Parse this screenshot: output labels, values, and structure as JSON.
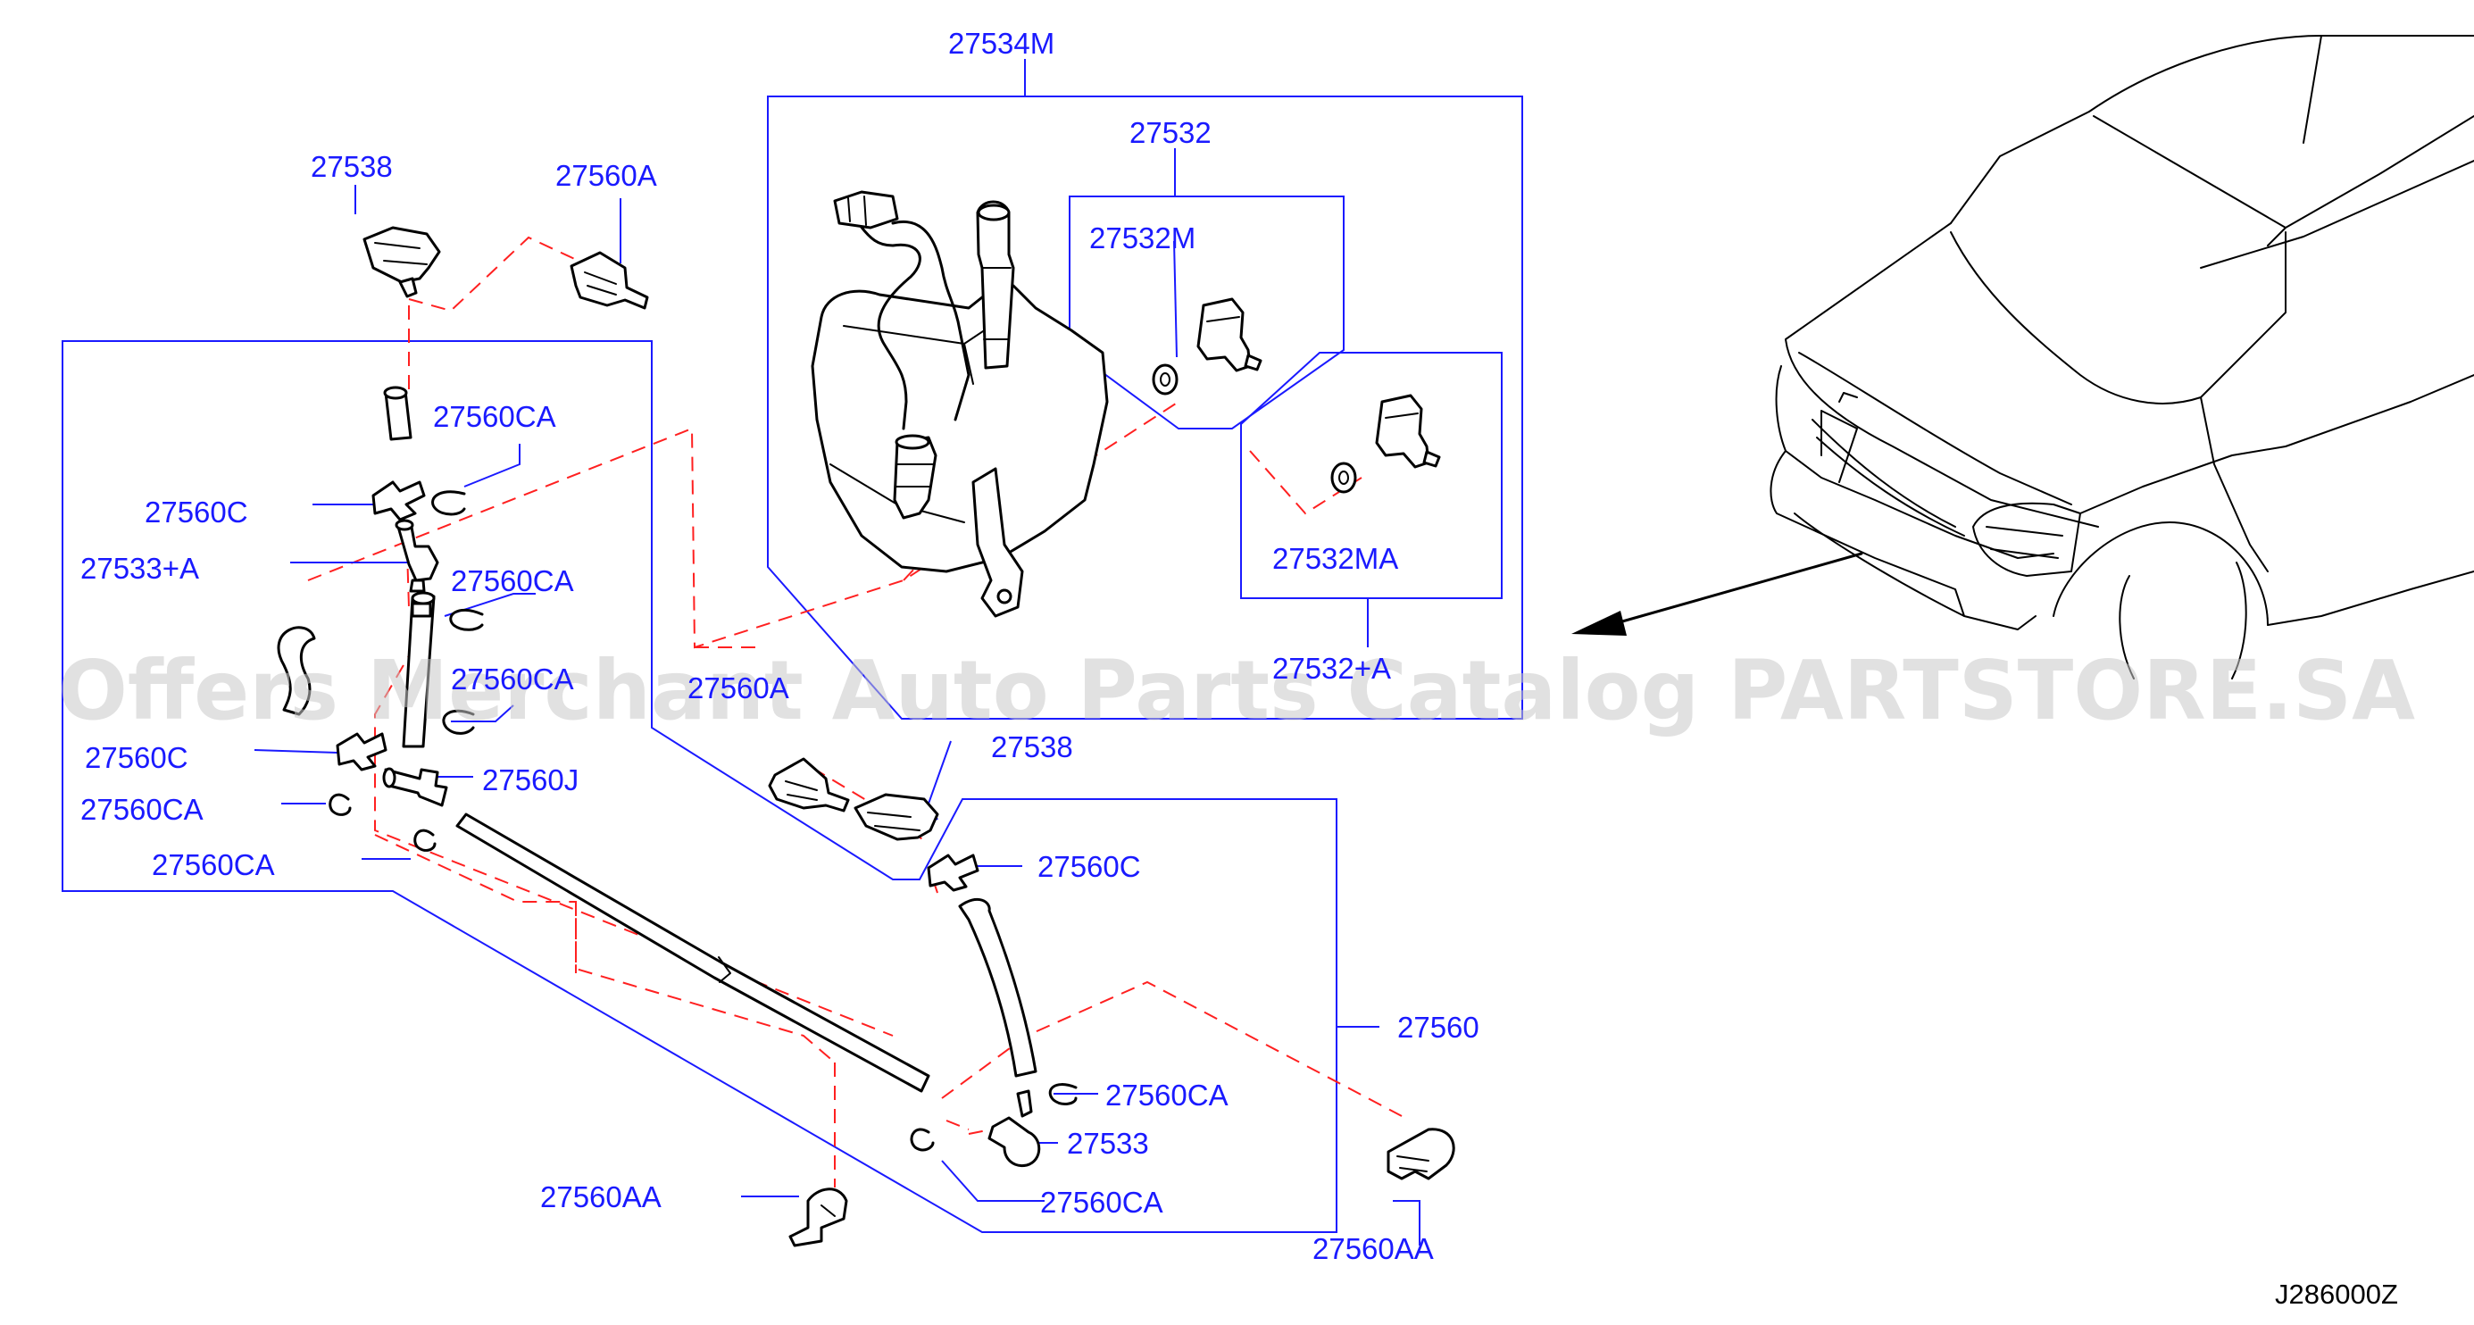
{
  "diagram": {
    "catalog_code": "J286000Z",
    "watermark": "Offers Merchant Auto Parts Catalog PARTSTORE.SA",
    "labels": {
      "l_27534M": "27534M",
      "l_27532": "27532",
      "l_27532M": "27532M",
      "l_27532MA": "27532MA",
      "l_27532A": "27532+A",
      "l_27538_top": "27538",
      "l_27560A_top": "27560A",
      "l_27560CA_1": "27560CA",
      "l_27560C_1": "27560C",
      "l_27533A": "27533+A",
      "l_27560CA_2": "27560CA",
      "l_27560CA_3": "27560CA",
      "l_27560A_mid": "27560A",
      "l_27560C_2": "27560C",
      "l_27560J": "27560J",
      "l_27560CA_4": "27560CA",
      "l_27560CA_5": "27560CA",
      "l_27538_mid": "27538",
      "l_27560C_3": "27560C",
      "l_27560": "27560",
      "l_27560CA_6": "27560CA",
      "l_27533": "27533",
      "l_27560CA_7": "27560CA",
      "l_27560AA_1": "27560AA",
      "l_27560AA_2": "27560AA"
    }
  }
}
